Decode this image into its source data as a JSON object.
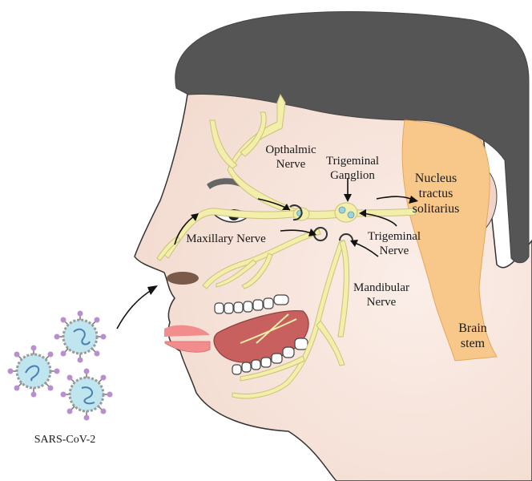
{
  "labels": {
    "ophthalmic": [
      "Opthalmic",
      "Nerve"
    ],
    "trigeminal_ganglion": [
      "Trigeminal",
      "Ganglion"
    ],
    "nucleus": [
      "Nucleus",
      "tractus",
      "solitarius"
    ],
    "maxillary": "Maxillary Nerve",
    "trigeminal_nerve": [
      "Trigeminal",
      "Nerve"
    ],
    "mandibular": [
      "Mandibular",
      "Nerve"
    ],
    "brain_stem": [
      "Brain",
      "stem"
    ],
    "virus": "SARS-CoV-2"
  },
  "colors": {
    "skin": "#f7e4da",
    "hair": "#555555",
    "brainstem": "#f8c78a",
    "nerve": "#f3efaa",
    "nerve_outline": "#c9c27a",
    "virus_body": "#bfe6ee",
    "virus_rim": "#9a9a9a",
    "virus_spike": "#b98fd0",
    "virus_rna": "#4a7fb5",
    "lips": "#f28d8d",
    "tongue": "#c96060"
  }
}
